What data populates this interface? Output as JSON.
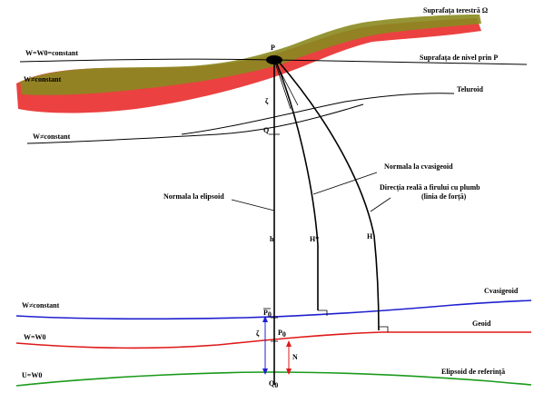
{
  "labels": {
    "suprafata_terestra": "Suprafața terestră Ω",
    "suprafata_nivel": "Suprafața de nivel prin P",
    "w_constant_top": "W=W0=constant",
    "w_neq_1": "W≠constant",
    "w_neq_2": "W≠constant",
    "w_neq_3": "W≠constant",
    "w_w0": "W=W0",
    "u_w0": "U=W0",
    "teluroid": "Teluroid",
    "normala_cvasigeoid": "Normala la cvasigeoid",
    "directia_reala": "Direcția reală a firului cu plumb",
    "linia_forta": "(linia de forță)",
    "normala_elipsoid": "Normala la elipsoid",
    "cvasigeoid": "Cvasigeoid",
    "geoid": "Geoid",
    "elipsoid": "Elipsoid de referință"
  },
  "points": {
    "P": "P",
    "Q": "Q",
    "zeta_top": "ζ",
    "h": "h",
    "H_prime": "H*",
    "H": "H",
    "P0_bar": "P",
    "P0_bar_sub": "0",
    "P0": "P",
    "P0_sub": "0",
    "zeta_bottom": "ζ",
    "N": "N",
    "Q0": "Q",
    "Q0_sub": "0"
  },
  "colors": {
    "cvasigeoid": "#1f1fd0",
    "geoid": "#e01818",
    "elipsoid": "#1a9a1a",
    "terrain_olive": "#8a8a20",
    "terrain_red": "#e82020",
    "line": "#000000"
  }
}
